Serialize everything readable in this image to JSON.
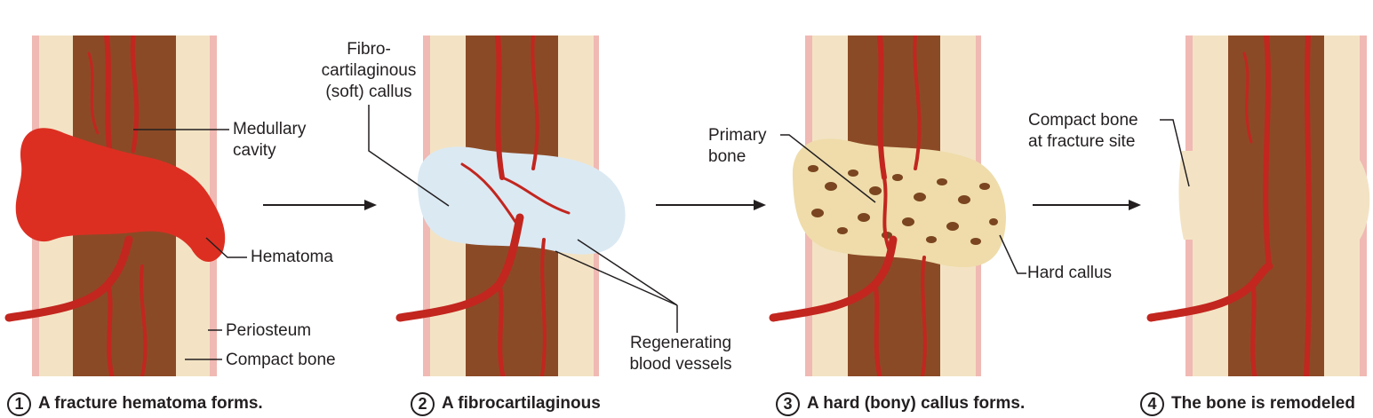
{
  "stages": [
    {
      "number": "1",
      "caption": "A fracture hematoma forms."
    },
    {
      "number": "2",
      "caption": "A fibrocartilaginous"
    },
    {
      "number": "3",
      "caption": "A hard (bony) callus forms."
    },
    {
      "number": "4",
      "caption": "The bone is remodeled"
    }
  ],
  "labels": {
    "medullary_cavity": [
      "Medullary",
      "cavity"
    ],
    "hematoma": "Hematoma",
    "periosteum": "Periosteum",
    "compact_bone": "Compact bone",
    "fibrocartilaginous_callus": [
      "Fibro-",
      "cartilaginous",
      "(soft) callus"
    ],
    "regenerating_vessels": [
      "Regenerating",
      "blood vessels"
    ],
    "primary_bone": [
      "Primary",
      "bone"
    ],
    "hard_callus": "Hard callus",
    "compact_bone_fracture_site": [
      "Compact bone",
      "at fracture site"
    ]
  },
  "colors": {
    "compact_bone": "#f3e3c4",
    "medullary": "#8b4a26",
    "vessel": "#c2261f",
    "hematoma": "#dc2f22",
    "periosteum": "#f0b9b3",
    "soft_callus": "#dbe9f3",
    "hard_callus": "#efdcaa",
    "spongy_spot": "#7a4520"
  }
}
